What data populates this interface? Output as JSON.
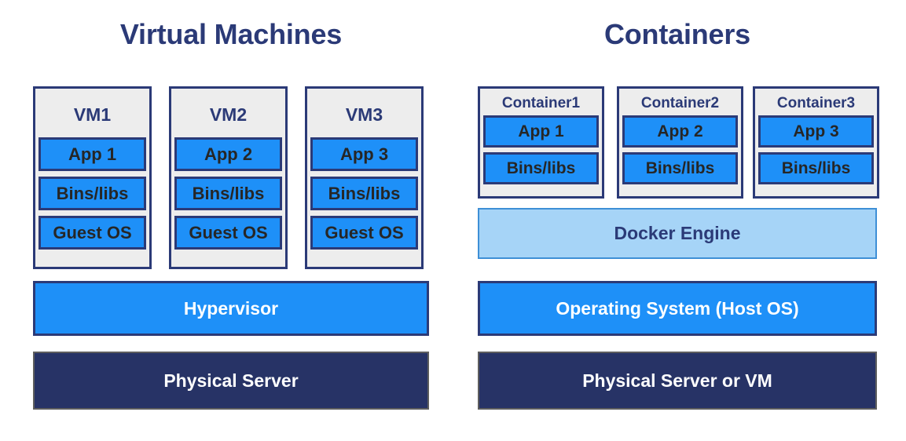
{
  "colors": {
    "navy_text": "#2B3A77",
    "bright_blue": "#1E90F8",
    "light_blue": "#A6D4F7",
    "dark_navy": "#273366",
    "card_gray": "#EDEDED",
    "inner_text": "#262626",
    "white": "#FFFFFF",
    "background": "#FFFFFF"
  },
  "left": {
    "title": "Virtual Machines",
    "cards": [
      {
        "title": "VM1",
        "rows": [
          "App 1",
          "Bins/libs",
          "Guest OS"
        ]
      },
      {
        "title": "VM2",
        "rows": [
          "App 2",
          "Bins/libs",
          "Guest OS"
        ]
      },
      {
        "title": "VM3",
        "rows": [
          "App 3",
          "Bins/libs",
          "Guest OS"
        ]
      }
    ],
    "layers": [
      {
        "label": "Hypervisor",
        "style": "bright-blue"
      },
      {
        "label": "Physical Server",
        "style": "dark-navy"
      }
    ]
  },
  "right": {
    "title": "Containers",
    "cards": [
      {
        "title": "Container1",
        "rows": [
          "App 1",
          "Bins/libs"
        ]
      },
      {
        "title": "Container2",
        "rows": [
          "App 2",
          "Bins/libs"
        ]
      },
      {
        "title": "Container3",
        "rows": [
          "App 3",
          "Bins/libs"
        ]
      }
    ],
    "layers": [
      {
        "label": "Docker Engine",
        "style": "light-blue"
      },
      {
        "label": "Operating System (Host OS)",
        "style": "bright-blue"
      },
      {
        "label": "Physical Server or VM",
        "style": "dark-navy"
      }
    ]
  }
}
